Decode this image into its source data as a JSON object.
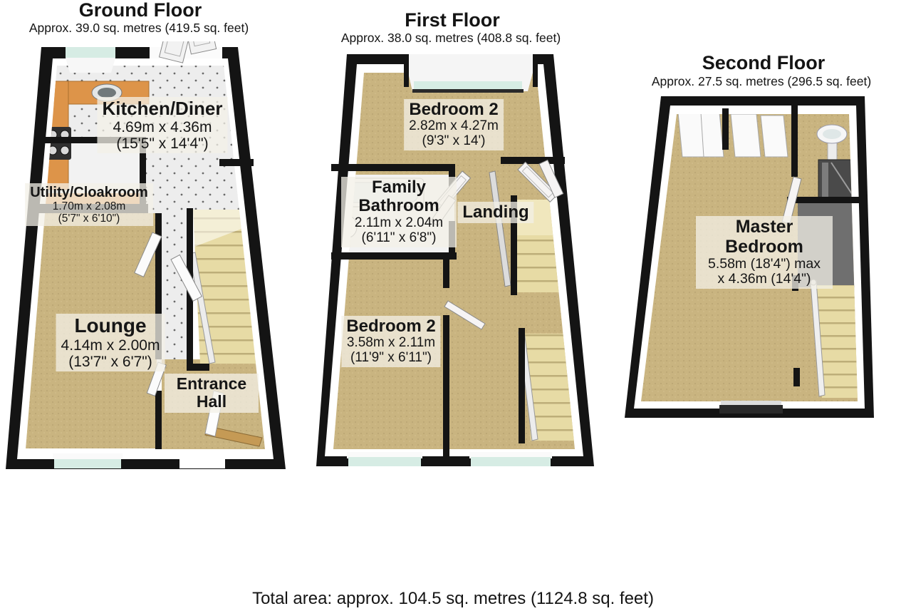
{
  "page": {
    "total_area": "Total area: approx. 104.5 sq. metres (1124.8 sq. feet)"
  },
  "colors": {
    "outer_wall": "#141414",
    "carpet": "#c9b480",
    "tile": "#ededed",
    "counter_orange": "#dd9449",
    "stairs_cream": "#e7dba5",
    "window_glass": "#d6ece4",
    "stairwell_gray": "#6f6f6f",
    "label_background": "rgba(243,240,231,0.75)"
  },
  "floors": [
    {
      "id": "ground",
      "title": "Ground Floor",
      "subtitle": "Approx. 39.0 sq. metres (419.5 sq. feet)",
      "rooms": [
        {
          "name": "Kitchen/Diner",
          "dims": [
            "4.69m x 4.36m",
            "(15'5\" x 14'4\")"
          ]
        },
        {
          "name": "Utility/Cloakroom",
          "dims": [
            "1.70m x 2.08m",
            "(5'7\" x 6'10\")"
          ]
        },
        {
          "name": "Lounge",
          "dims": [
            "4.14m x 2.00m",
            "(13'7\" x 6'7\")"
          ]
        },
        {
          "name": "Entrance Hall",
          "dims": []
        }
      ]
    },
    {
      "id": "first",
      "title": "First Floor",
      "subtitle": "Approx. 38.0 sq. metres (408.8 sq. feet)",
      "rooms": [
        {
          "name": "Bedroom 2",
          "dims": [
            "2.82m x 4.27m",
            "(9'3\" x 14')"
          ]
        },
        {
          "name": "Family Bathroom",
          "dims": [
            "2.11m x 2.04m",
            "(6'11\" x 6'8\")"
          ]
        },
        {
          "name": "Landing",
          "dims": []
        },
        {
          "name": "Bedroom 2",
          "dims": [
            "3.58m x 2.11m",
            "(11'9\" x 6'11\")"
          ]
        }
      ]
    },
    {
      "id": "second",
      "title": "Second Floor",
      "subtitle": "Approx. 27.5 sq. metres (296.5 sq. feet)",
      "rooms": [
        {
          "name": "Master Bedroom",
          "dims": [
            "5.58m (18'4\") max",
            "x 4.36m (14'4\")"
          ]
        }
      ]
    }
  ]
}
